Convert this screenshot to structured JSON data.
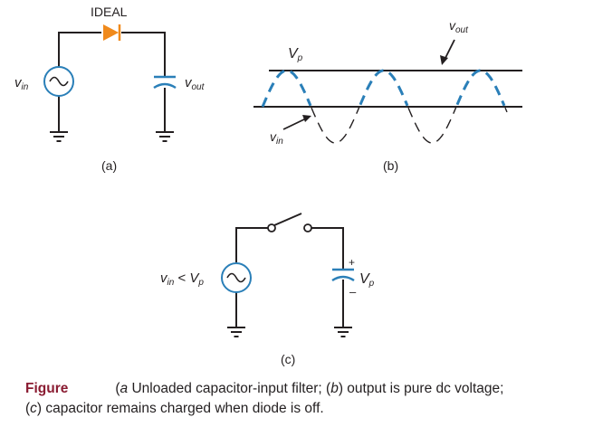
{
  "panel_a": {
    "diode_label": "IDEAL",
    "vin_main": "v",
    "vin_sub": "in",
    "vout_main": "v",
    "vout_sub": "out",
    "tag": "(a)"
  },
  "panel_b": {
    "vp_main": "V",
    "vp_sub": "p",
    "vout_main": "v",
    "vout_sub": "out",
    "vin_main": "v",
    "vin_sub": "in",
    "tag": "(b)"
  },
  "panel_c": {
    "vin_main": "v",
    "vin_sub": "in",
    "vin_relation": " < ",
    "vin_vp_main": "V",
    "vin_vp_sub": "p",
    "plus": "+",
    "minus": "–",
    "vp_main": "V",
    "vp_sub": "p",
    "tag": "(c)"
  },
  "caption": {
    "title": "Figure",
    "text_a_tag": "a",
    "text_a": " Unloaded capacitor-input filter; (",
    "text_b_tag": "b",
    "text_b": ") output is pure dc voltage;",
    "text_c_tag": "c",
    "text_c": ") capacitor remains charged when diode is off."
  },
  "colors": {
    "ink": "#231f20",
    "accent_blue": "#2a7fb8",
    "diode_orange": "#f08a1c",
    "caption_title": "#8a1c32"
  }
}
